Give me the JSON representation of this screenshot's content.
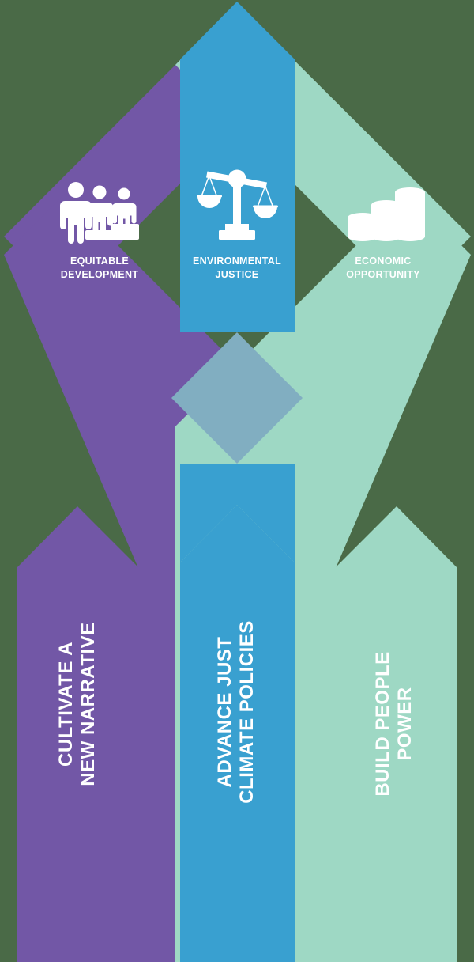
{
  "diagram": {
    "title": "Equity Framework Arrows Diagram",
    "background_color": "#4a6a47",
    "overlap_color": "#81aec1"
  },
  "pillars": [
    {
      "id": "equitable-development",
      "label_line1": "EQUITABLE",
      "label_line2": "DEVELOPMENT",
      "icon": "three-people-equity-icon",
      "color": "#7257a6"
    },
    {
      "id": "environmental-justice",
      "label_line1": "ENVIRONMENTAL",
      "label_line2": "JUSTICE",
      "icon": "balance-scales-icon",
      "color": "#39a0d0"
    },
    {
      "id": "economic-opportunity",
      "label_line1": "ECONOMIC",
      "label_line2": "OPPORTUNITY",
      "icon": "coin-stacks-icon",
      "color": "#9ed8c4"
    }
  ],
  "strategies": [
    {
      "id": "cultivate-a-new-narrative",
      "label_line1": "CULTIVATE A",
      "label_line2": "NEW NARRATIVE",
      "color": "#7257a6"
    },
    {
      "id": "advance-just-climate-policies",
      "label_line1": "ADVANCE JUST",
      "label_line2": "CLIMATE POLICIES",
      "color": "#39a0d0"
    },
    {
      "id": "build-people-power",
      "label_line1": "BUILD PEOPLE",
      "label_line2": "POWER",
      "color": "#9ed8c4"
    }
  ]
}
